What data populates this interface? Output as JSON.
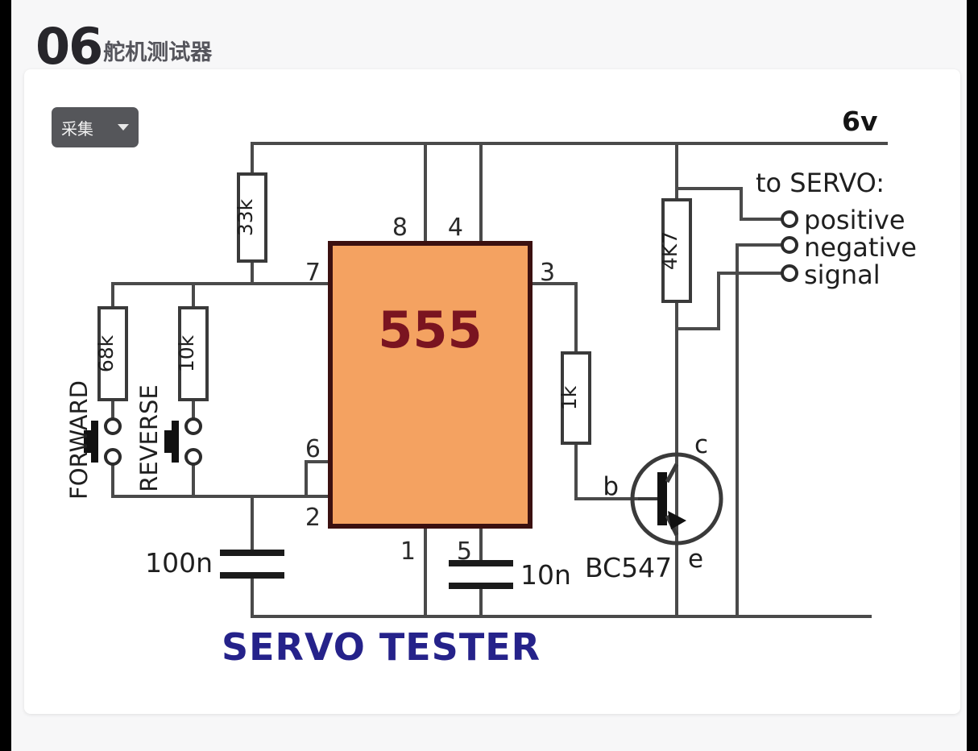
{
  "header": {
    "number": "06",
    "title": "舵机测试器"
  },
  "toolbar": {
    "capture_label": "采集",
    "caret_icon": "chevron-down-icon"
  },
  "schematic": {
    "caption": "SERVO TESTER",
    "supply_label": "6v",
    "ic": {
      "label": "555",
      "fill_color": "#f4a261",
      "border_color": "#3b1010",
      "text_color": "#7a1420",
      "pins": {
        "p8": "8",
        "p4": "4",
        "p7": "7",
        "p3": "3",
        "p6": "6",
        "p2": "2",
        "p1": "1",
        "p5": "5"
      }
    },
    "resistors": [
      {
        "name": "r-33k",
        "value": "33k"
      },
      {
        "name": "r-68k",
        "value": "68k"
      },
      {
        "name": "r-10k",
        "value": "10k"
      },
      {
        "name": "r-1k",
        "value": "1k"
      },
      {
        "name": "r-4k7",
        "value": "4K7"
      }
    ],
    "capacitors": [
      {
        "name": "c-100n",
        "value": "100n"
      },
      {
        "name": "c-10n",
        "value": "10n"
      }
    ],
    "switches": [
      {
        "name": "sw-forward",
        "label": "FORWARD"
      },
      {
        "name": "sw-reverse",
        "label": "REVERSE"
      }
    ],
    "transistor": {
      "part": "BC547",
      "base": "b",
      "collector": "c",
      "emitter": "e"
    },
    "servo": {
      "heading": "to SERVO:",
      "terminals": [
        "positive",
        "negative",
        "signal"
      ]
    },
    "colors": {
      "wire": "#4a4a4a",
      "title": "#25228a",
      "ic_fill": "#f4a261"
    }
  }
}
